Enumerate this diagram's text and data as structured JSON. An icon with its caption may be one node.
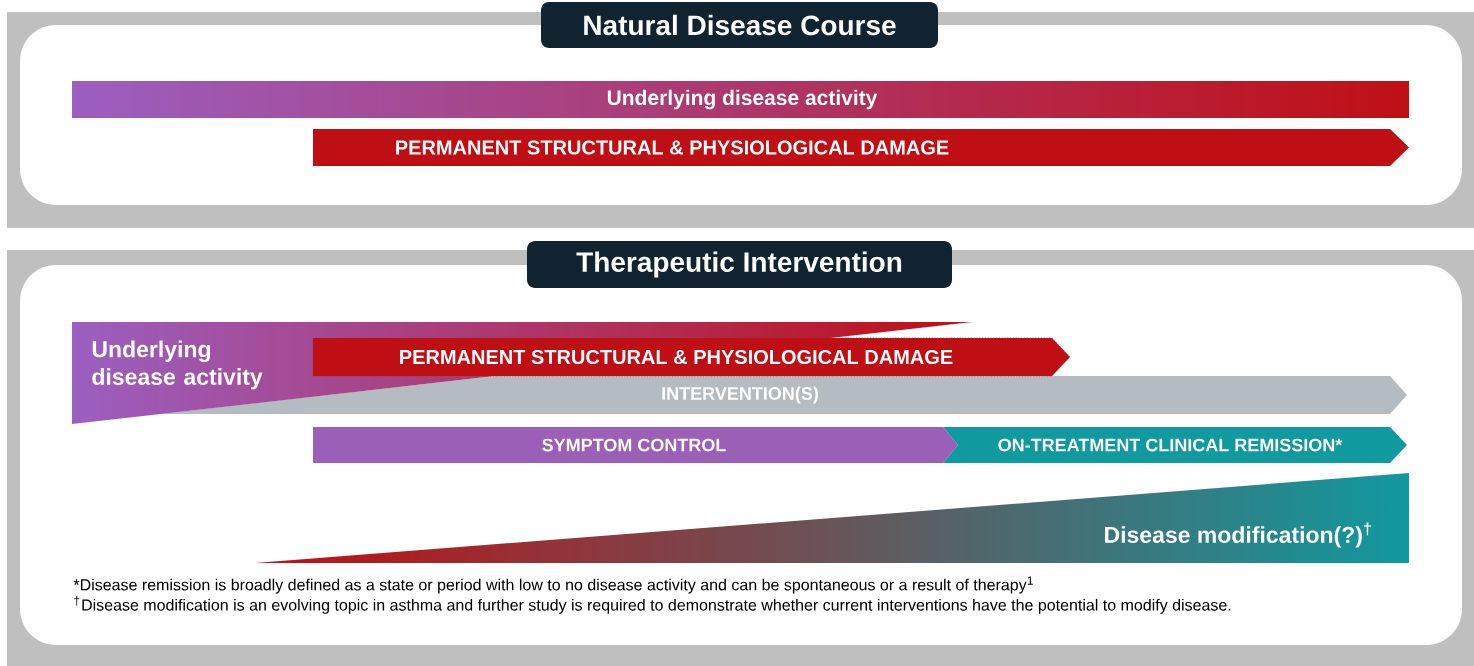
{
  "diagram": {
    "nodes": [
      {
        "text": [
          "Natural Disease Course"
        ]
      },
      {
        "text": [
          "Underlying disease activity"
        ],
        "in": 0
      },
      {
        "text": [
          "PERMANENT STRUCTURAL & PHYSIOLOGICAL DAMAGE"
        ],
        "in": 0
      },
      {
        "text": [
          "Therapeutic Intervention"
        ]
      },
      {
        "text": [
          "Underlying disease activity"
        ],
        "in": 3
      },
      {
        "text": [
          "PERMANENT STRUCTURAL & PHYSIOLOGICAL DAMAGE"
        ],
        "in": 3
      },
      {
        "text": [
          "INTERVENTION(S)"
        ],
        "in": 3
      },
      {
        "text": [
          "SYMPTOM CONTROL"
        ],
        "in": 3
      },
      {
        "text": [
          "ON-TREATMENT CLINICAL REMISSION*"
        ],
        "in": 3
      },
      {
        "text": [
          "Disease modification(?)$^{†}$"
        ],
        "in": 3
      }
    ],
    "labels": [
      "*Disease remission is broadly defined as a state or period with low to no disease activity and can be spontaneous or a result of therapy$^{1}$",
      "$^{†}$Disease modification is an evolving topic in asthma and further study is required to demonstrate whether current interventions have the potential to modify disease."
    ]
  }
}
